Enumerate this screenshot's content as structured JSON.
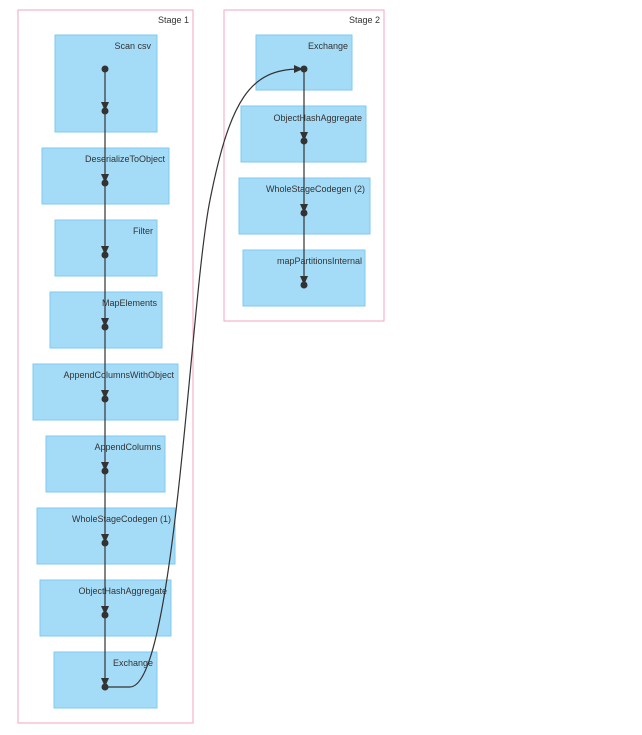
{
  "diagram": {
    "stages": [
      {
        "label": "Stage 1",
        "nodes": [
          "Scan csv",
          "DeserializeToObject",
          "Filter",
          "MapElements",
          "AppendColumnsWithObject",
          "AppendColumns",
          "WholeStageCodegen (1)",
          "ObjectHashAggregate",
          "Exchange"
        ]
      },
      {
        "label": "Stage 2",
        "nodes": [
          "Exchange",
          "ObjectHashAggregate",
          "WholeStageCodegen (2)",
          "mapPartitionsInternal"
        ]
      }
    ],
    "colors": {
      "node_fill": "#a4dbf7",
      "node_border": "#7fcaf0",
      "stage_border": "#f3a6c4",
      "edge": "#333333"
    }
  }
}
